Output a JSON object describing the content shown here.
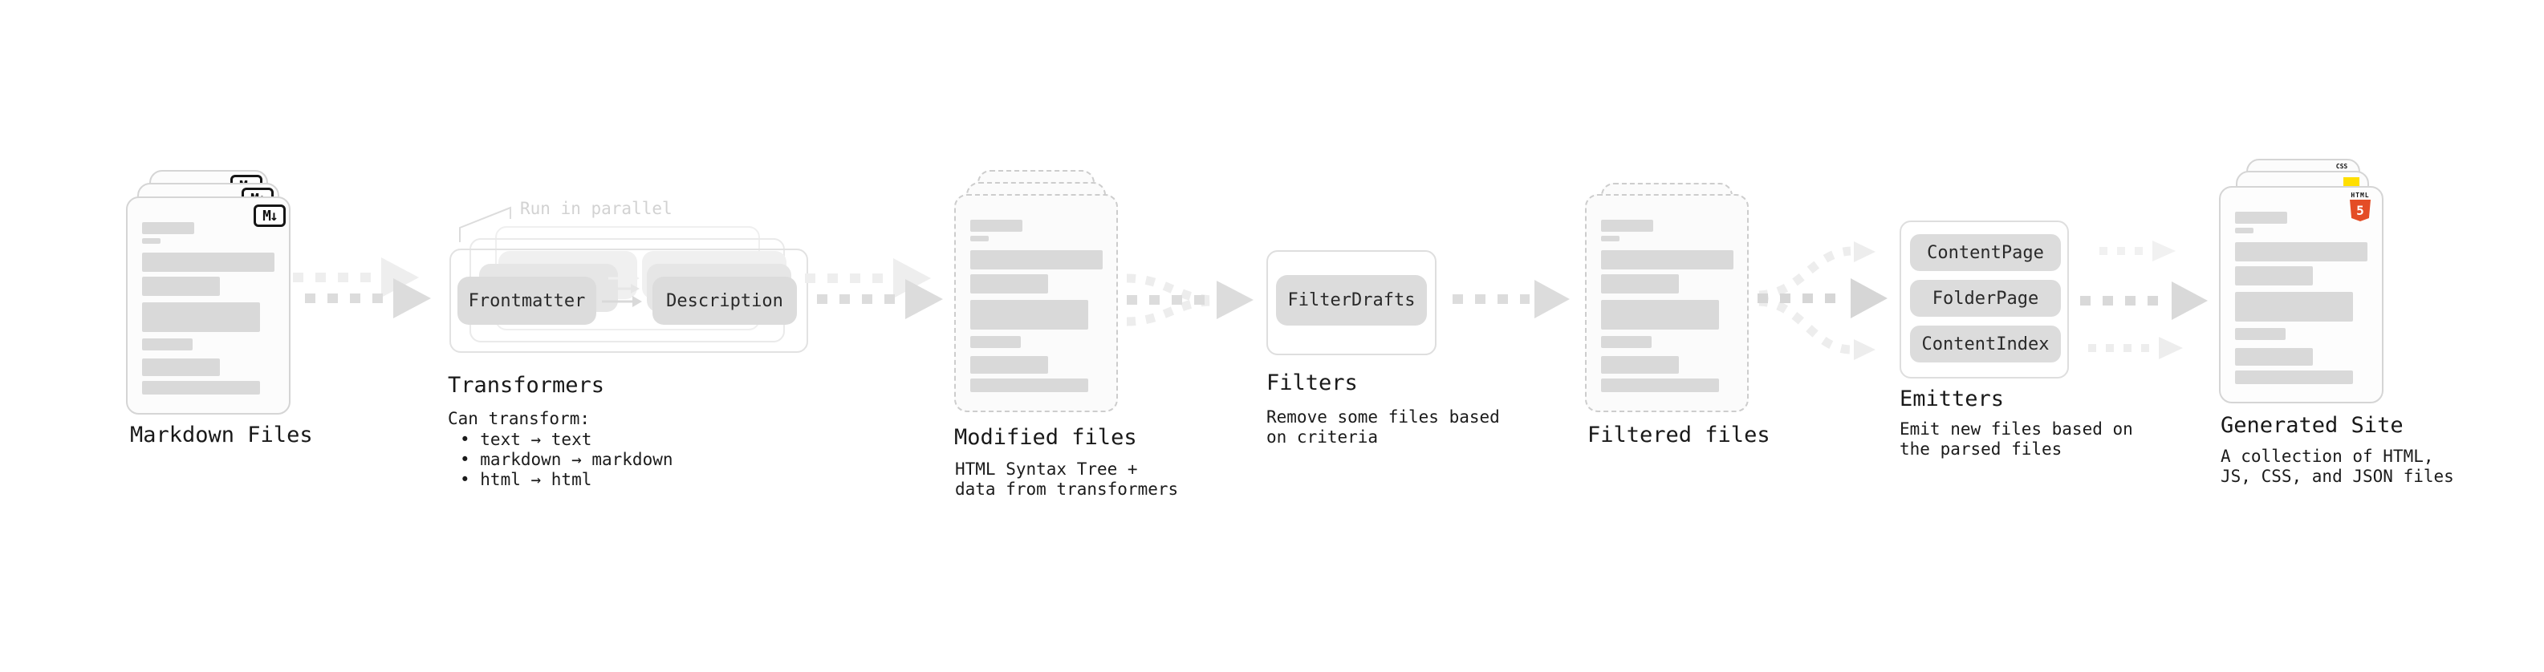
{
  "note": {
    "run_in_parallel": "Run in parallel"
  },
  "stages": {
    "markdown": {
      "title": "Markdown Files",
      "icon_label": "M↓"
    },
    "transformers": {
      "title": "Transformers",
      "pills": {
        "frontmatter": "Frontmatter",
        "description": "Description"
      },
      "caption": "Can transform:",
      "bullets": [
        "• text → text",
        "• markdown → markdown",
        "• html → html"
      ]
    },
    "modified": {
      "title": "Modified files",
      "subtitle": [
        "HTML Syntax Tree +",
        "data from transformers"
      ]
    },
    "filters": {
      "title": "Filters",
      "pills": {
        "filter_drafts": "FilterDrafts"
      },
      "subtitle": [
        "Remove some files based",
        "on criteria"
      ]
    },
    "filtered": {
      "title": "Filtered files"
    },
    "emitters": {
      "title": "Emitters",
      "pills": [
        "ContentPage",
        "FolderPage",
        "ContentIndex"
      ],
      "subtitle": [
        "Emit new files based on",
        "the parsed files"
      ]
    },
    "generated": {
      "title": "Generated Site",
      "subtitle": [
        "A collection of HTML,",
        "JS, CSS, and JSON files"
      ],
      "badges": {
        "css": "CSS",
        "html_label": "HTML",
        "html_number": "5"
      }
    }
  },
  "colors": {
    "arrow_main": "#dcdcdc",
    "arrow_echo": "#eeeeee",
    "pill_fill": "#dcdcdc",
    "bar_fill": "#d9d9d9",
    "note_gray": "#d2d2d2",
    "html5_orange": "#e44d26",
    "js_yellow": "#ffdf00",
    "css_blue": "#2f5eea"
  }
}
